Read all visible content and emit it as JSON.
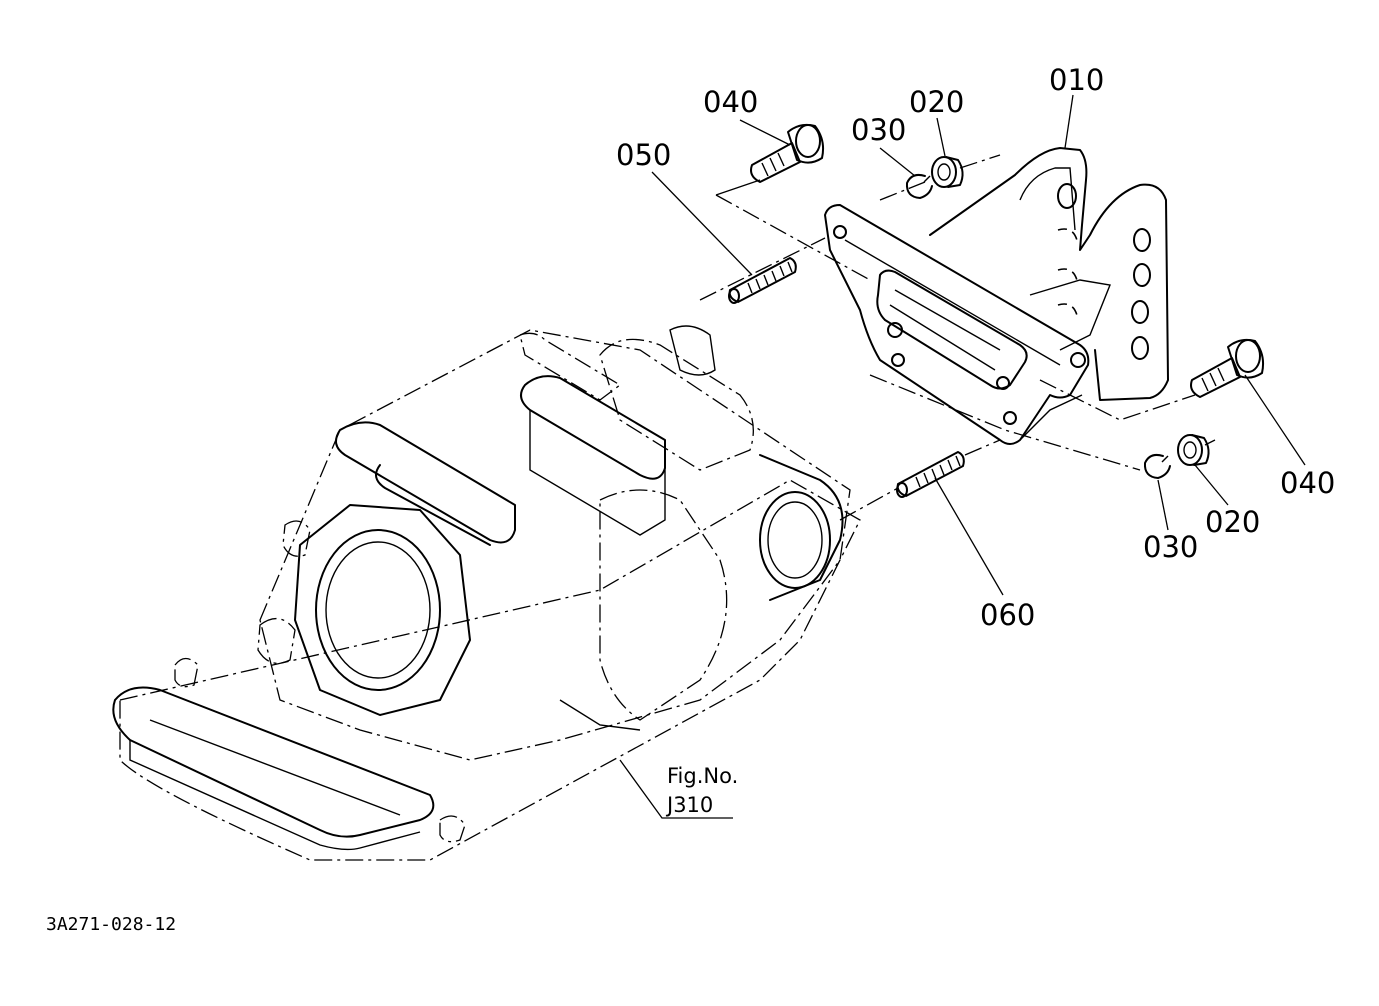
{
  "callouts": {
    "p010": "010",
    "p020a": "020",
    "p030a": "030",
    "p040a": "040",
    "p050": "050",
    "p040b": "040",
    "p020b": "020",
    "p030b": "030",
    "p060": "060"
  },
  "figure_ref": {
    "label": "Fig.No.",
    "number": "J310"
  },
  "doc_id": "3A271-028-12"
}
